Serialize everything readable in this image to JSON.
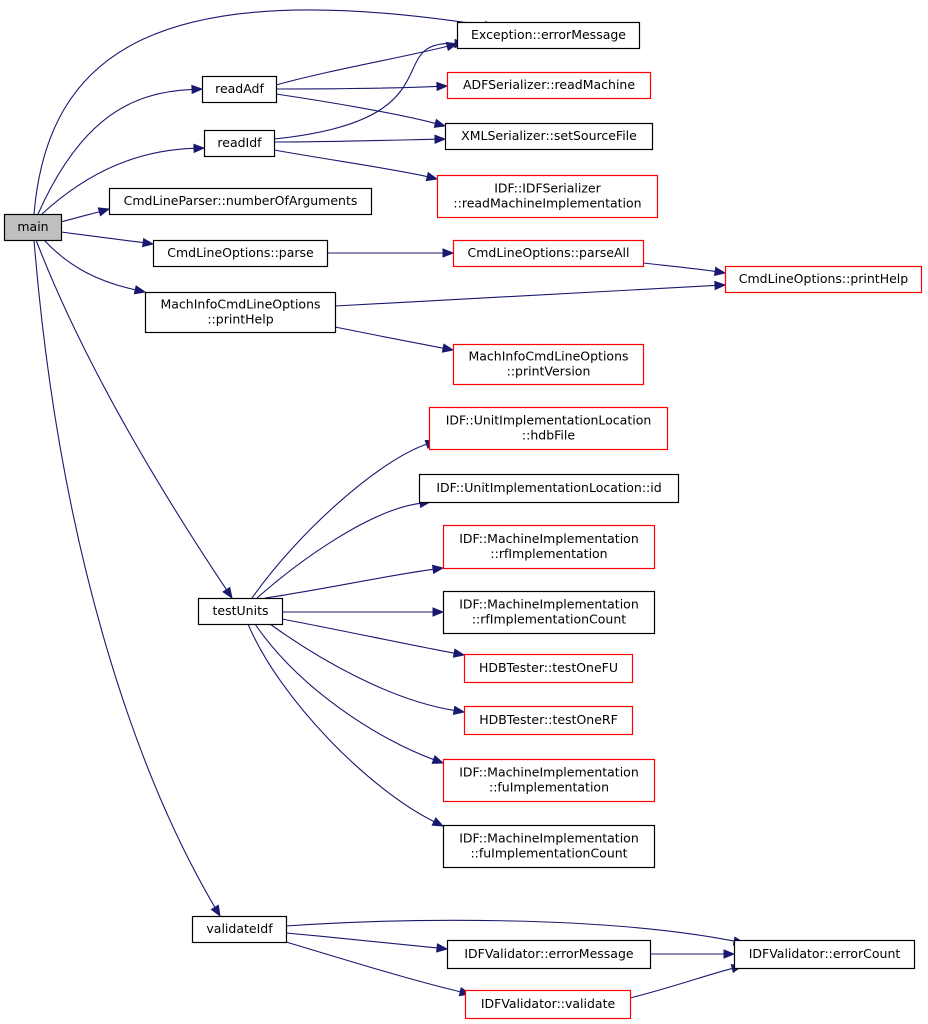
{
  "colors": {
    "edge": "#191970",
    "documented_border": "#000000",
    "undocumented_border": "#ff0000",
    "root_fill": "#bfbfbf"
  },
  "nodes": [
    {
      "id": "main",
      "lines": [
        "main"
      ],
      "border": "black",
      "fill": "root"
    },
    {
      "id": "readAdf",
      "lines": [
        "readAdf"
      ],
      "border": "black"
    },
    {
      "id": "readIdf",
      "lines": [
        "readIdf"
      ],
      "border": "black"
    },
    {
      "id": "numberOfArguments",
      "lines": [
        "CmdLineParser::numberOfArguments"
      ],
      "border": "black"
    },
    {
      "id": "parse",
      "lines": [
        "CmdLineOptions::parse"
      ],
      "border": "black"
    },
    {
      "id": "machPrintHelp",
      "lines": [
        "MachInfoCmdLineOptions",
        "::printHelp"
      ],
      "border": "black"
    },
    {
      "id": "testUnits",
      "lines": [
        "testUnits"
      ],
      "border": "black"
    },
    {
      "id": "validateIdf",
      "lines": [
        "validateIdf"
      ],
      "border": "black"
    },
    {
      "id": "excErrorMessage",
      "lines": [
        "Exception::errorMessage"
      ],
      "border": "black"
    },
    {
      "id": "adfReadMachine",
      "lines": [
        "ADFSerializer::readMachine"
      ],
      "border": "red"
    },
    {
      "id": "setSourceFile",
      "lines": [
        "XMLSerializer::setSourceFile"
      ],
      "border": "black"
    },
    {
      "id": "readMachImpl",
      "lines": [
        "IDF::IDFSerializer",
        "::readMachineImplementation"
      ],
      "border": "red"
    },
    {
      "id": "parseAll",
      "lines": [
        "CmdLineOptions::parseAll"
      ],
      "border": "red"
    },
    {
      "id": "cmdPrintHelp",
      "lines": [
        "CmdLineOptions::printHelp"
      ],
      "border": "red"
    },
    {
      "id": "printVersion",
      "lines": [
        "MachInfoCmdLineOptions",
        "::printVersion"
      ],
      "border": "red"
    },
    {
      "id": "hdbFile",
      "lines": [
        "IDF::UnitImplementationLocation",
        "::hdbFile"
      ],
      "border": "red"
    },
    {
      "id": "locId",
      "lines": [
        "IDF::UnitImplementationLocation::id"
      ],
      "border": "black"
    },
    {
      "id": "rfImpl",
      "lines": [
        "IDF::MachineImplementation",
        "::rfImplementation"
      ],
      "border": "red"
    },
    {
      "id": "rfImplCount",
      "lines": [
        "IDF::MachineImplementation",
        "::rfImplementationCount"
      ],
      "border": "black"
    },
    {
      "id": "testOneFU",
      "lines": [
        "HDBTester::testOneFU"
      ],
      "border": "red"
    },
    {
      "id": "testOneRF",
      "lines": [
        "HDBTester::testOneRF"
      ],
      "border": "red"
    },
    {
      "id": "fuImpl",
      "lines": [
        "IDF::MachineImplementation",
        "::fuImplementation"
      ],
      "border": "red"
    },
    {
      "id": "fuImplCount",
      "lines": [
        "IDF::MachineImplementation",
        "::fuImplementationCount"
      ],
      "border": "black"
    },
    {
      "id": "valErrorMessage",
      "lines": [
        "IDFValidator::errorMessage"
      ],
      "border": "black"
    },
    {
      "id": "errorCount",
      "lines": [
        "IDFValidator::errorCount"
      ],
      "border": "black"
    },
    {
      "id": "validate",
      "lines": [
        "IDFValidator::validate"
      ],
      "border": "red"
    }
  ],
  "edges": [
    [
      "main",
      "excErrorMessage"
    ],
    [
      "main",
      "readAdf"
    ],
    [
      "main",
      "readIdf"
    ],
    [
      "main",
      "numberOfArguments"
    ],
    [
      "main",
      "parse"
    ],
    [
      "main",
      "machPrintHelp"
    ],
    [
      "main",
      "testUnits"
    ],
    [
      "main",
      "validateIdf"
    ],
    [
      "readAdf",
      "excErrorMessage"
    ],
    [
      "readAdf",
      "adfReadMachine"
    ],
    [
      "readAdf",
      "setSourceFile"
    ],
    [
      "readIdf",
      "excErrorMessage"
    ],
    [
      "readIdf",
      "setSourceFile"
    ],
    [
      "readIdf",
      "readMachImpl"
    ],
    [
      "parse",
      "parseAll"
    ],
    [
      "parseAll",
      "cmdPrintHelp"
    ],
    [
      "machPrintHelp",
      "cmdPrintHelp"
    ],
    [
      "machPrintHelp",
      "printVersion"
    ],
    [
      "testUnits",
      "hdbFile"
    ],
    [
      "testUnits",
      "locId"
    ],
    [
      "testUnits",
      "rfImpl"
    ],
    [
      "testUnits",
      "rfImplCount"
    ],
    [
      "testUnits",
      "testOneFU"
    ],
    [
      "testUnits",
      "testOneRF"
    ],
    [
      "testUnits",
      "fuImpl"
    ],
    [
      "testUnits",
      "fuImplCount"
    ],
    [
      "validateIdf",
      "errorCount"
    ],
    [
      "validateIdf",
      "valErrorMessage"
    ],
    [
      "validateIdf",
      "validate"
    ],
    [
      "valErrorMessage",
      "errorCount"
    ],
    [
      "validate",
      "errorCount"
    ]
  ]
}
